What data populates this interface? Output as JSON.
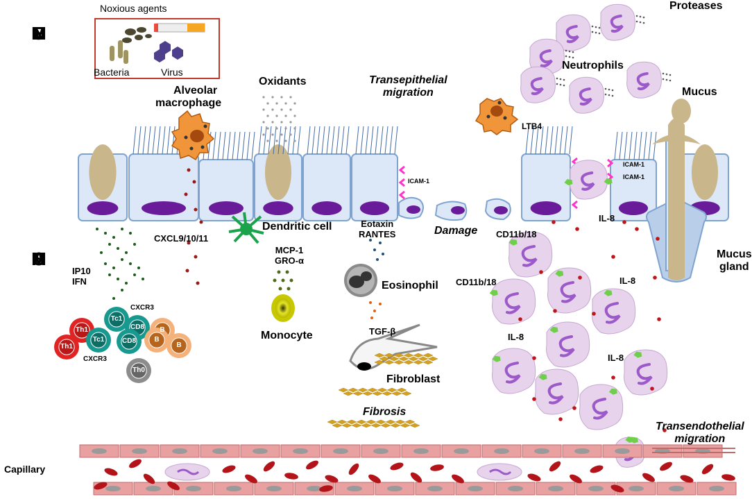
{
  "regions": {
    "lumen": [
      "L",
      "U",
      "M",
      "E",
      "N"
    ],
    "mucosa": [
      "M",
      "U",
      "C",
      "O",
      "S",
      "A"
    ],
    "capillary": "Capillary"
  },
  "labels": {
    "noxious": "Noxious agents",
    "bacteria": "Bacteria",
    "virus": "Virus",
    "alveolar1": "Alveolar",
    "alveolar2": "macrophage",
    "oxidants": "Oxidants",
    "transepi1": "Transepithelial",
    "transepi2": "migration",
    "proteases": "Proteases",
    "neutrophils": "Neutrophils",
    "mucus": "Mucus",
    "ltb4": "LTB4",
    "icam_a": "ICAM-1",
    "icam_b": "ICAM-1",
    "icam_c": "ICAM-1",
    "cxcl": "CXCL9/10/11",
    "dendritic": "Dendritic cell",
    "eotaxin": "Eotaxin",
    "rantes": "RANTES",
    "damage": "Damage",
    "cd11b_a": "CD11b/18",
    "cd11b_b": "CD11b/18",
    "il8_a": "IL-8",
    "il8_b": "IL-8",
    "il8_c": "IL-8",
    "il8_d": "IL-8",
    "mucus_gland1": "Mucus",
    "mucus_gland2": "gland",
    "mcp1": "MCP-1",
    "gro": "GRO-α",
    "ip10": "IP10",
    "ifn": "IFN",
    "eosinophil": "Eosinophil",
    "cxcr3_a": "CXCR3",
    "cxcr3_b": "CXCR3",
    "monocyte": "Monocyte",
    "tgfb": "TGF-β",
    "fibroblast": "Fibroblast",
    "fibrosis": "Fibrosis",
    "transendo1": "Transendothelial",
    "transendo2": "migration"
  },
  "cells": {
    "th1": "Th1",
    "tc1": "Tc1",
    "cd8": "CD8",
    "b": "B",
    "th0": "Th0"
  },
  "colors": {
    "epithelium": "#dce8f7",
    "epi_border": "#7fa3cf",
    "nucleus": "#6a1b9a",
    "goblet": "#c9b68a",
    "neutrophil": "#e8d3ec",
    "neutro_nucleus": "#9b59c9",
    "macrophage": "#f0953a",
    "capillary": "#e8a0a0",
    "rbc": "#b3141a",
    "tc1": "#17998f",
    "th1": "#e02424",
    "b": "#f4b27a",
    "th0": "#8c8c8c",
    "fibrosis": "#d4a020",
    "receptor": "#ff33cc",
    "cd11b": "#6fcf4a"
  }
}
